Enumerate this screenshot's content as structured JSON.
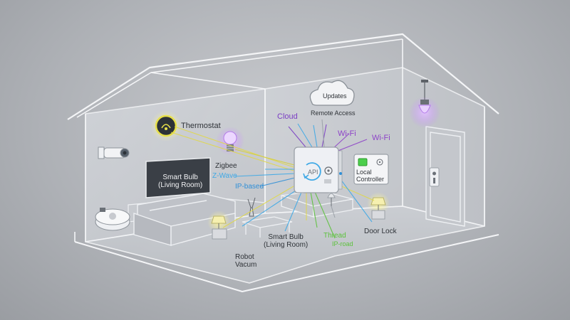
{
  "labels": {
    "thermostat": "Thermostat",
    "smart_bulb_tv": "Smart Bulb\n(Living Room)",
    "zigbee": "Zigbee",
    "z_wave": "Z-Wave",
    "ip_based_left": "IP-based",
    "cloud": "Cloud",
    "wifi_1": "Wi-Fi",
    "wifi_2": "Wi-Fi",
    "updates": "Updates",
    "remote_access": "Remote Access",
    "api": "API",
    "local_controller": "Local\nController",
    "smart_bulb_floor": "Smart Bulb\n(Living Room)",
    "thread": "Thread",
    "ip_road": "IP-road",
    "door_lock": "Door Lock",
    "robot_vacum": "Robot\nVacum"
  },
  "colors": {
    "thermostat_ring": "#e7e04a",
    "zigbee": "#d6cf3a",
    "z_wave": "#3fa9e6",
    "ip_based": "#2f8fd8",
    "cloud": "#7b3fc4",
    "wifi": "#8e44c8",
    "thread": "#5cc23c",
    "controller_led": "#4ccf4c",
    "bulb_glow": "#c58bff"
  },
  "icons": [
    "thermostat-icon",
    "security-camera-icon",
    "smart-bulb-icon",
    "cloud-icon",
    "hub-icon",
    "local-controller-icon",
    "pendant-bulb-icon",
    "door-lock-icon",
    "robot-vacuum-icon",
    "lamp-icon",
    "tv-icon",
    "sofa-icon"
  ]
}
